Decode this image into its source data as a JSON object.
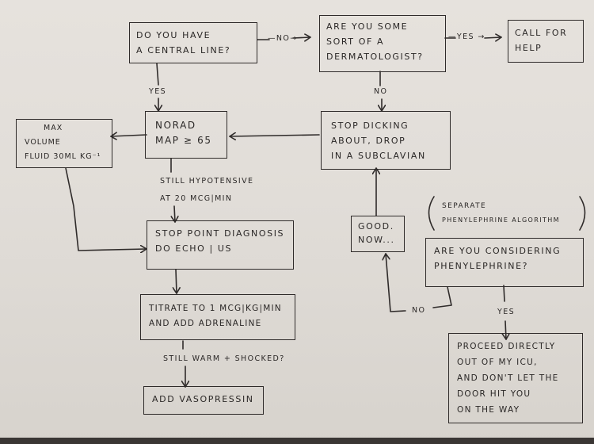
{
  "title": "Hand-drawn hypotension flowchart",
  "nodes": {
    "central_line": {
      "lines": [
        "Do you have",
        "a central line?"
      ]
    },
    "dermatologist": {
      "lines": [
        "Are you some",
        "sort of a",
        "dermatologist?"
      ]
    },
    "call_help": {
      "lines": [
        "Call for",
        "help"
      ]
    },
    "max_volume": {
      "lines": [
        "Max",
        "volume",
        "fluid 30ml kg⁻¹"
      ]
    },
    "norad": {
      "lines": [
        "Norad",
        "MAP ≥ 65"
      ]
    },
    "stop_dicking": {
      "lines": [
        "Stop dicking",
        "about, drop",
        "in a subclavian"
      ]
    },
    "point_diagnosis": {
      "lines": [
        "Stop point diagnosis",
        "do echo | us"
      ]
    },
    "good_now": {
      "lines": [
        "Good.",
        "Now..."
      ]
    },
    "titrate": {
      "lines": [
        "Titrate to 1 mcg|kg|min",
        "and add adrenaline"
      ]
    },
    "considering_phenyl": {
      "lines": [
        "Are you considering",
        "phenylephrine?"
      ]
    },
    "vasopressin": {
      "lines": [
        "Add vasopressin"
      ]
    },
    "proceed_out": {
      "lines": [
        "Proceed directly",
        "out of my ICU,",
        "and don't let the",
        "door hit you",
        "on the way"
      ]
    }
  },
  "annotations": {
    "separate_algorithm": [
      "Separate",
      "phenylephrine algorithm"
    ]
  },
  "edge_labels": {
    "no_1": "—No→",
    "yes_1": "—Yes →",
    "yes_2": "Yes",
    "no_2": "No",
    "still_hypotensive": [
      "Still hypotensive",
      "at 20 mcg|min"
    ],
    "still_warm": "Still warm + shocked?",
    "yes_3": "Yes",
    "no_3": "No"
  }
}
